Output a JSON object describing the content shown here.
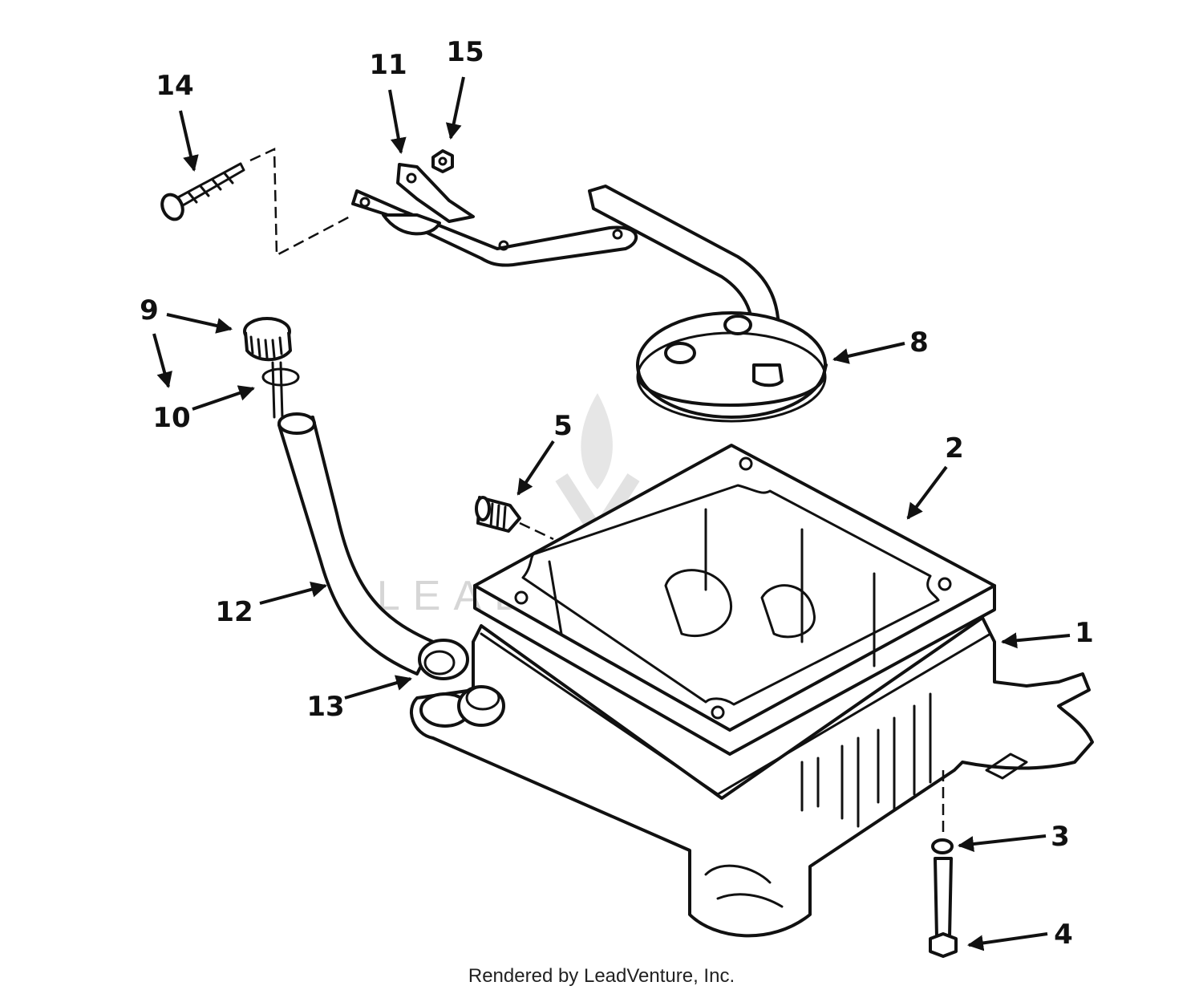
{
  "diagram": {
    "callouts": [
      {
        "id": "1",
        "label": "1"
      },
      {
        "id": "2",
        "label": "2"
      },
      {
        "id": "3",
        "label": "3"
      },
      {
        "id": "4",
        "label": "4"
      },
      {
        "id": "5",
        "label": "5"
      },
      {
        "id": "8",
        "label": "8"
      },
      {
        "id": "9",
        "label": "9"
      },
      {
        "id": "10",
        "label": "10"
      },
      {
        "id": "11",
        "label": "11"
      },
      {
        "id": "12",
        "label": "12"
      },
      {
        "id": "13",
        "label": "13"
      },
      {
        "id": "14",
        "label": "14"
      },
      {
        "id": "15",
        "label": "15"
      }
    ]
  },
  "watermark": {
    "text": "LEADVENTURE"
  },
  "footer": {
    "credit": "Rendered by LeadVenture, Inc."
  }
}
